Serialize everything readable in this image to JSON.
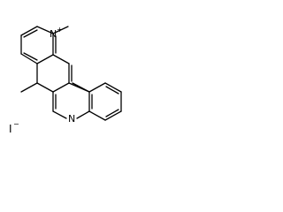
{
  "molecule": {
    "cation": {
      "ring_nitrogen": {
        "symbol": "N",
        "charge": "+"
      },
      "indole_nitrogen": {
        "symbol": "N"
      }
    },
    "counterion": {
      "symbol": "I",
      "charge": "−"
    }
  },
  "colors": {
    "bond": "#000000",
    "text": "#000000",
    "background": "#ffffff"
  }
}
